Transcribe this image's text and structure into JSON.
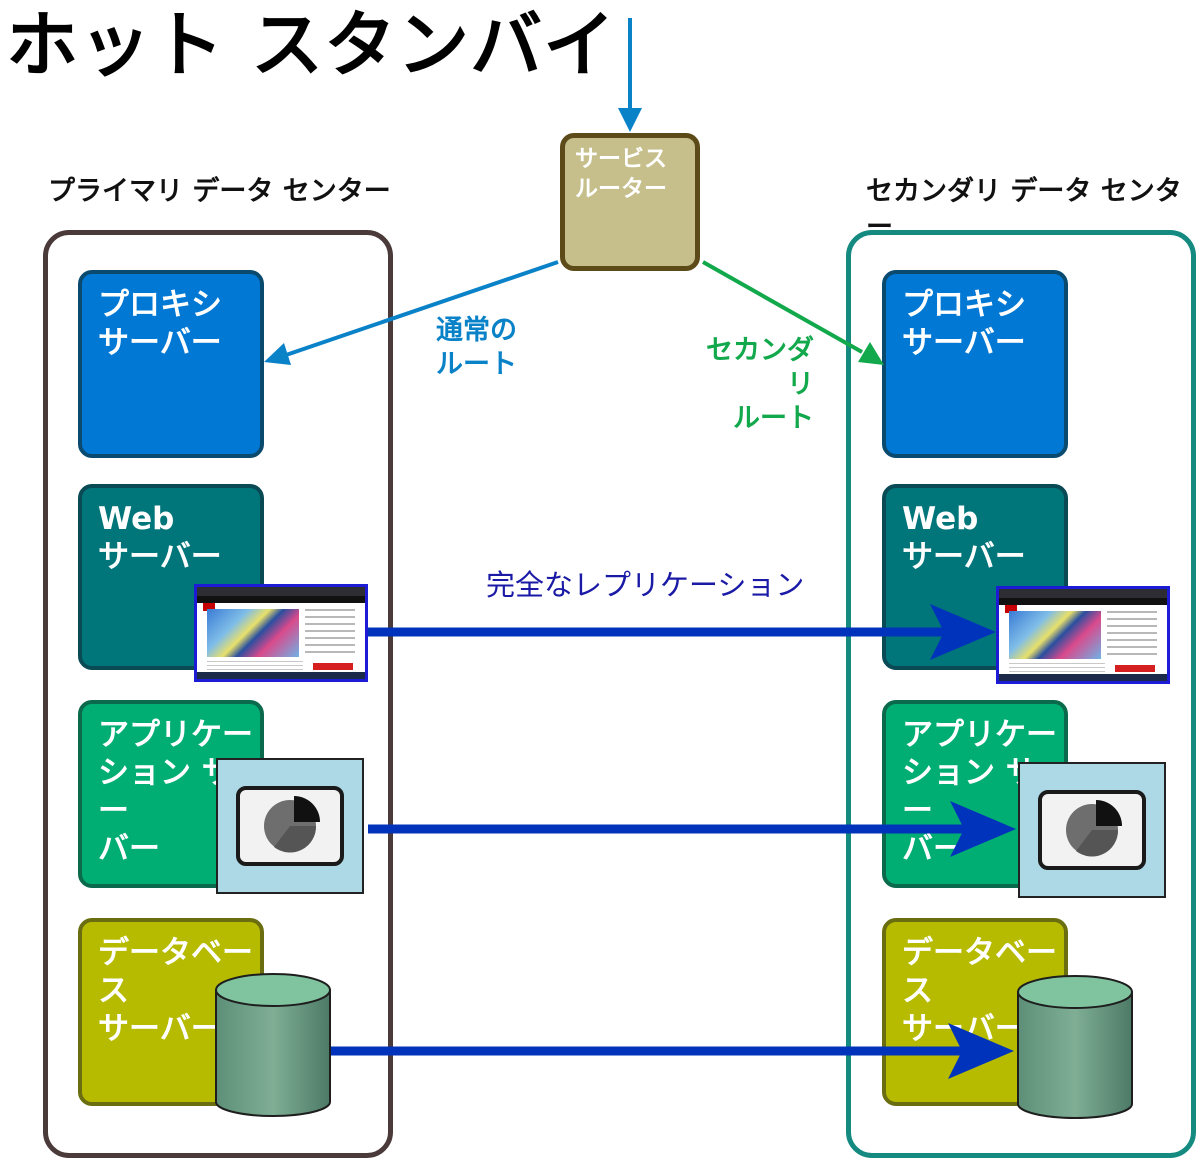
{
  "title": "ホット スタンバイ",
  "router": {
    "label": "サービス\nルーター"
  },
  "routes": {
    "normal": {
      "label": "通常の\nルート",
      "color": "#0a82c8"
    },
    "secondary": {
      "label": "セカンダリ\nルート",
      "color": "#12a84c"
    }
  },
  "replication": {
    "label": "完全なレプリケーション",
    "color": "#1a1aa6",
    "arrow_color": "#0033bb"
  },
  "primary": {
    "label": "プライマリ データ センター",
    "border_color": "#4a3a3a",
    "servers": [
      {
        "label": "プロキシ\nサーバー",
        "kind": "proxy"
      },
      {
        "label": "Web\nサーバー",
        "kind": "web"
      },
      {
        "label": "アプリケー\nション サー\nバー",
        "kind": "app"
      },
      {
        "label": "データベース\nサーバー",
        "kind": "db"
      }
    ]
  },
  "secondary": {
    "label": "セカンダリ データ センター",
    "border_color": "#148a80",
    "servers": [
      {
        "label": "プロキシ\nサーバー",
        "kind": "proxy"
      },
      {
        "label": "Web\nサーバー",
        "kind": "web"
      },
      {
        "label": "アプリケー\nション サー\nバー",
        "kind": "app"
      },
      {
        "label": "データベース\nサーバー",
        "kind": "db"
      }
    ]
  },
  "icons": {
    "webpage": "webpage-screenshot-icon",
    "chart": "pie-chart-monitor-icon",
    "database": "database-cylinder-icon"
  }
}
